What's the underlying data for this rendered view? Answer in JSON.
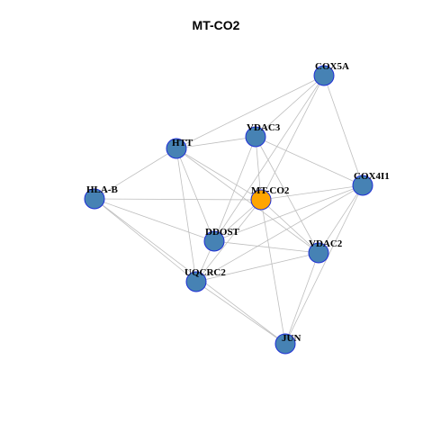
{
  "title": "MT-CO2",
  "colors": {
    "node_default": "#4682b4",
    "node_focus": "#ffa500",
    "node_border": "#1f2fd6",
    "edge": "#bebebe"
  },
  "network": {
    "focus": "MT-CO2",
    "nodes": [
      "COX5A",
      "VDAC3",
      "HTT",
      "COX4I1",
      "HLA-B",
      "MT-CO2",
      "DDOST",
      "VDAC2",
      "UQCRC2",
      "JUN"
    ],
    "edges": [
      [
        "COX5A",
        "VDAC3"
      ],
      [
        "COX5A",
        "HTT"
      ],
      [
        "COX5A",
        "COX4I1"
      ],
      [
        "COX5A",
        "MT-CO2"
      ],
      [
        "COX5A",
        "DDOST"
      ],
      [
        "HTT",
        "VDAC3"
      ],
      [
        "HTT",
        "HLA-B"
      ],
      [
        "HTT",
        "MT-CO2"
      ],
      [
        "HTT",
        "DDOST"
      ],
      [
        "HTT",
        "VDAC2"
      ],
      [
        "HTT",
        "UQCRC2"
      ],
      [
        "VDAC3",
        "COX4I1"
      ],
      [
        "VDAC3",
        "MT-CO2"
      ],
      [
        "VDAC3",
        "DDOST"
      ],
      [
        "VDAC3",
        "VDAC2"
      ],
      [
        "HLA-B",
        "MT-CO2"
      ],
      [
        "HLA-B",
        "DDOST"
      ],
      [
        "HLA-B",
        "UQCRC2"
      ],
      [
        "HLA-B",
        "JUN"
      ],
      [
        "MT-CO2",
        "COX4I1"
      ],
      [
        "MT-CO2",
        "DDOST"
      ],
      [
        "MT-CO2",
        "VDAC2"
      ],
      [
        "MT-CO2",
        "UQCRC2"
      ],
      [
        "MT-CO2",
        "JUN"
      ],
      [
        "COX4I1",
        "DDOST"
      ],
      [
        "COX4I1",
        "VDAC2"
      ],
      [
        "COX4I1",
        "UQCRC2"
      ],
      [
        "COX4I1",
        "JUN"
      ],
      [
        "DDOST",
        "VDAC2"
      ],
      [
        "DDOST",
        "UQCRC2"
      ],
      [
        "VDAC2",
        "UQCRC2"
      ],
      [
        "VDAC2",
        "JUN"
      ],
      [
        "UQCRC2",
        "JUN"
      ]
    ]
  }
}
